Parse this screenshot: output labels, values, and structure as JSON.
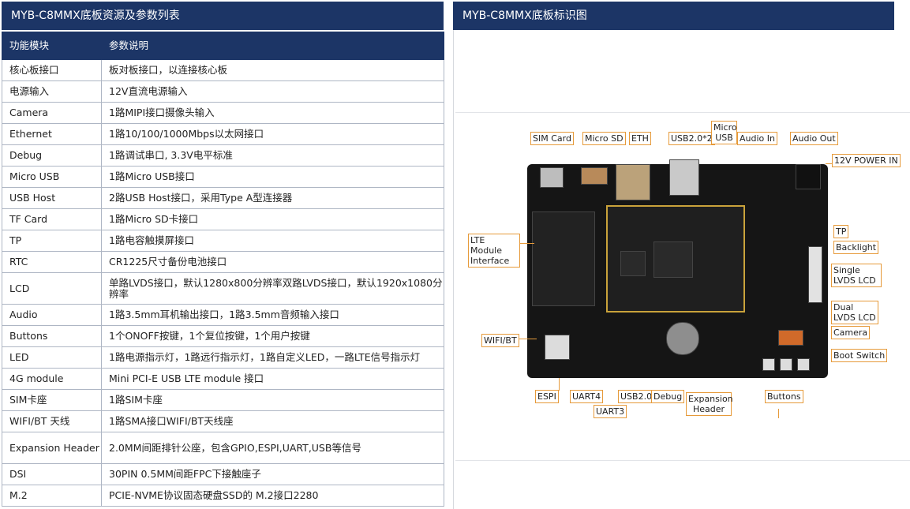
{
  "left_panel": {
    "title": "MYB-C8MMX底板资源及参数列表",
    "columns": [
      "功能模块",
      "参数说明"
    ],
    "rows": [
      {
        "name": "核心板接口",
        "desc": "板对板接口，以连接核心板"
      },
      {
        "name": "电源输入",
        "desc": "12V直流电源输入"
      },
      {
        "name": "Camera",
        "desc": "1路MIPI接口摄像头输入"
      },
      {
        "name": "Ethernet",
        "desc": "1路10/100/1000Mbps以太网接口"
      },
      {
        "name": "Debug",
        "desc": "1路调试串口, 3.3V电平标准"
      },
      {
        "name": "Micro USB",
        "desc": "1路Micro USB接口"
      },
      {
        "name": "USB Host",
        "desc": "2路USB Host接口，采用Type A型连接器"
      },
      {
        "name": "TF Card",
        "desc": "1路Micro SD卡接口"
      },
      {
        "name": "TP",
        "desc": "1路电容触摸屏接口"
      },
      {
        "name": "RTC",
        "desc": "CR1225尺寸备份电池接口"
      },
      {
        "name": "LCD",
        "desc": "单路LVDS接口，默认1280x800分辨率双路LVDS接口，默认1920x1080分辨率"
      },
      {
        "name": "Audio",
        "desc": "1路3.5mm耳机输出接口，1路3.5mm音频输入接口"
      },
      {
        "name": "Buttons",
        "desc": "1个ONOFF按键，1个复位按键，1个用户按键"
      },
      {
        "name": "LED",
        "desc": "1路电源指示灯，1路远行指示灯，1路自定义LED，一路LTE信号指示灯"
      },
      {
        "name": "4G module",
        "desc": "Mini PCI-E USB LTE module 接口"
      },
      {
        "name": "SIM卡座",
        "desc": "1路SIM卡座"
      },
      {
        "name": "WIFI/BT 天线",
        "desc": "1路SMA接口WIFI/BT天线座"
      },
      {
        "name": "Expansion Header",
        "desc": "2.0MM间距排针公座，包含GPIO,ESPI,UART,USB等信号"
      },
      {
        "name": "DSI",
        "desc": "30PIN 0.5MM间距FPC下接触座子"
      },
      {
        "name": "M.2",
        "desc": "PCIE-NVME协议固态硬盘SSD的 M.2接口2280"
      }
    ]
  },
  "right_panel": {
    "title": "MYB-C8MMX底板标识图",
    "labels": {
      "sim_card": "SIM Card",
      "micro_sd": "Micro SD",
      "eth": "ETH",
      "usb2x2": "USB2.0*2",
      "micro_usb": "Micro USB",
      "audio_in": "Audio In",
      "audio_out": "Audio Out",
      "power_in": "12V POWER IN",
      "tp": "TP",
      "backlight": "Backlight",
      "single_lvds": "Single LVDS LCD",
      "dual_lvds": "Dual LVDS LCD",
      "camera": "Camera",
      "boot_switch": "Boot Switch",
      "buttons": "Buttons",
      "lte_module": "LTE Module Interface",
      "wifi_bt": "WIFI/BT",
      "espi": "ESPI",
      "uart4": "UART4",
      "uart3": "UART3",
      "usb20": "USB2.0",
      "debug": "Debug",
      "expansion_header": "Expansion Header"
    }
  }
}
